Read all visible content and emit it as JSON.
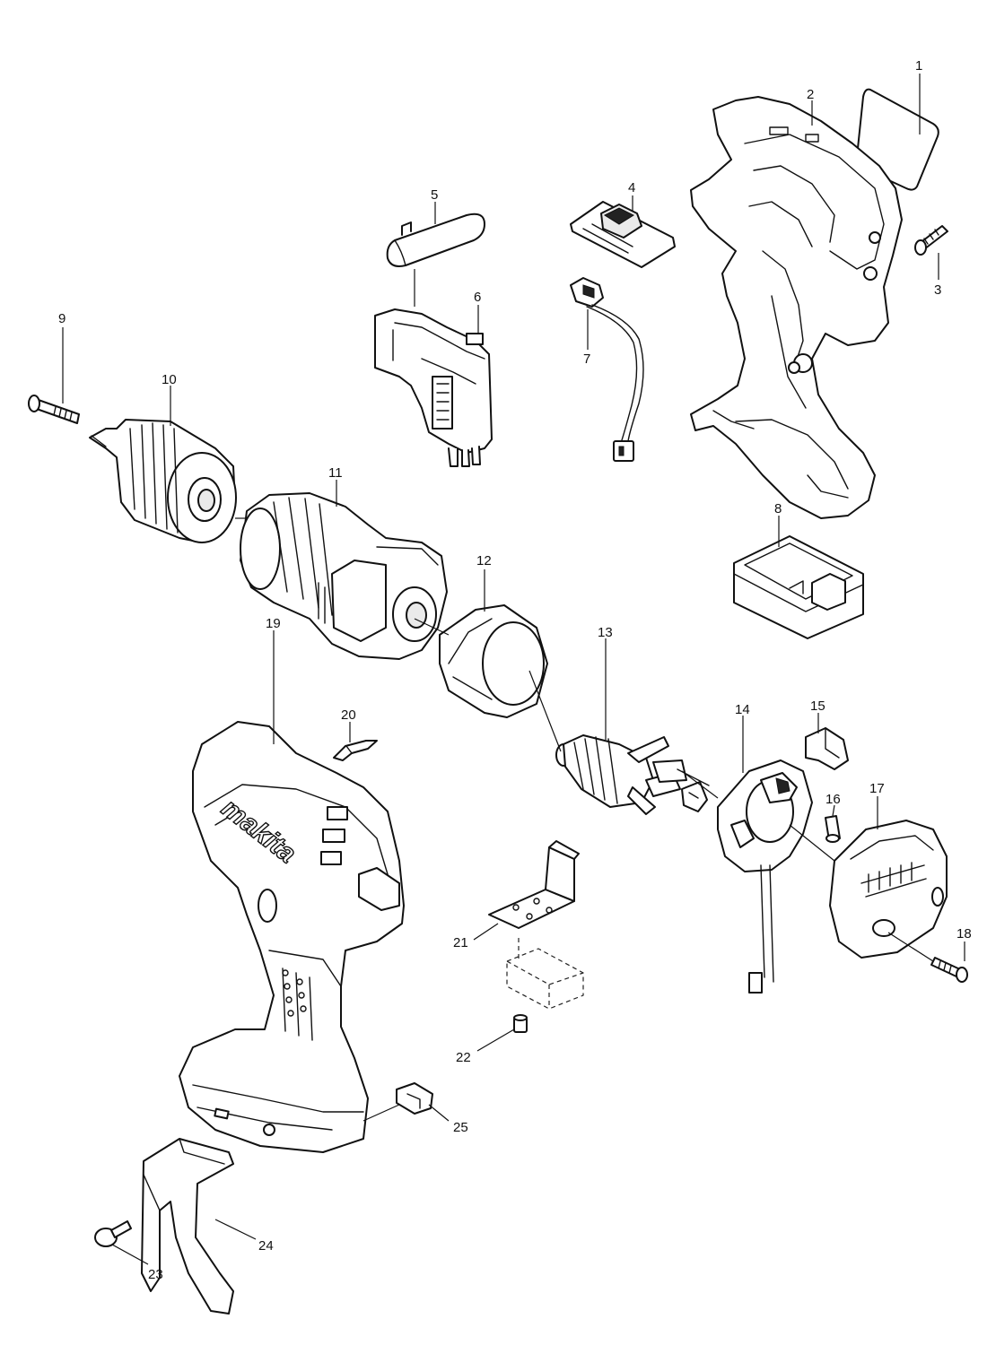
{
  "diagram": {
    "brand_logo": "makita",
    "callouts": [
      "1",
      "2",
      "3",
      "4",
      "5",
      "6",
      "7",
      "8",
      "9",
      "10",
      "11",
      "12",
      "13",
      "14",
      "15",
      "16",
      "17",
      "18",
      "19",
      "20",
      "21",
      "22",
      "23",
      "24",
      "25"
    ]
  }
}
